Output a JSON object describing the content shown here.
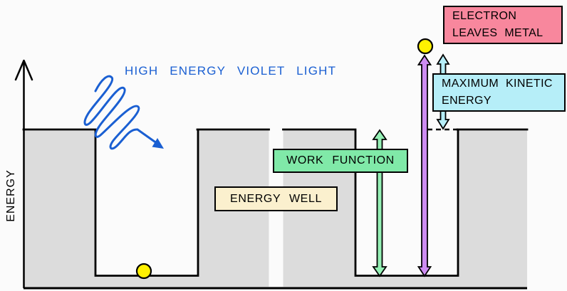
{
  "diagram": {
    "axis_label": "ENERGY",
    "light_label": "HIGH ENERGY VIOLET LIGHT",
    "boxes": {
      "work_function": {
        "label": "WORK FUNCTION",
        "fill": "#80E9A8"
      },
      "energy_well": {
        "label": "ENERGY WELL",
        "fill": "#FBF0CE"
      },
      "max_kinetic": {
        "line1": "MAXIMUM KINETIC",
        "line2": "ENERGY",
        "fill": "#B6EEF8"
      },
      "electron_leaves": {
        "line1": "ELECTRON",
        "line2": "LEAVES METAL",
        "fill": "#F8879D"
      }
    },
    "colors": {
      "light_text_blue": "#1A5FD2",
      "metal_gray": "#DCDCDC",
      "background": "#FBFBFB",
      "work_function_arrow_green": "#94EFB4",
      "photon_energy_arrow_purple": "#CD8CF2",
      "kinetic_energy_arrow_cyan": "#B6EEF8",
      "electron_yellow": "#FFF101",
      "outline": "#000000"
    }
  }
}
